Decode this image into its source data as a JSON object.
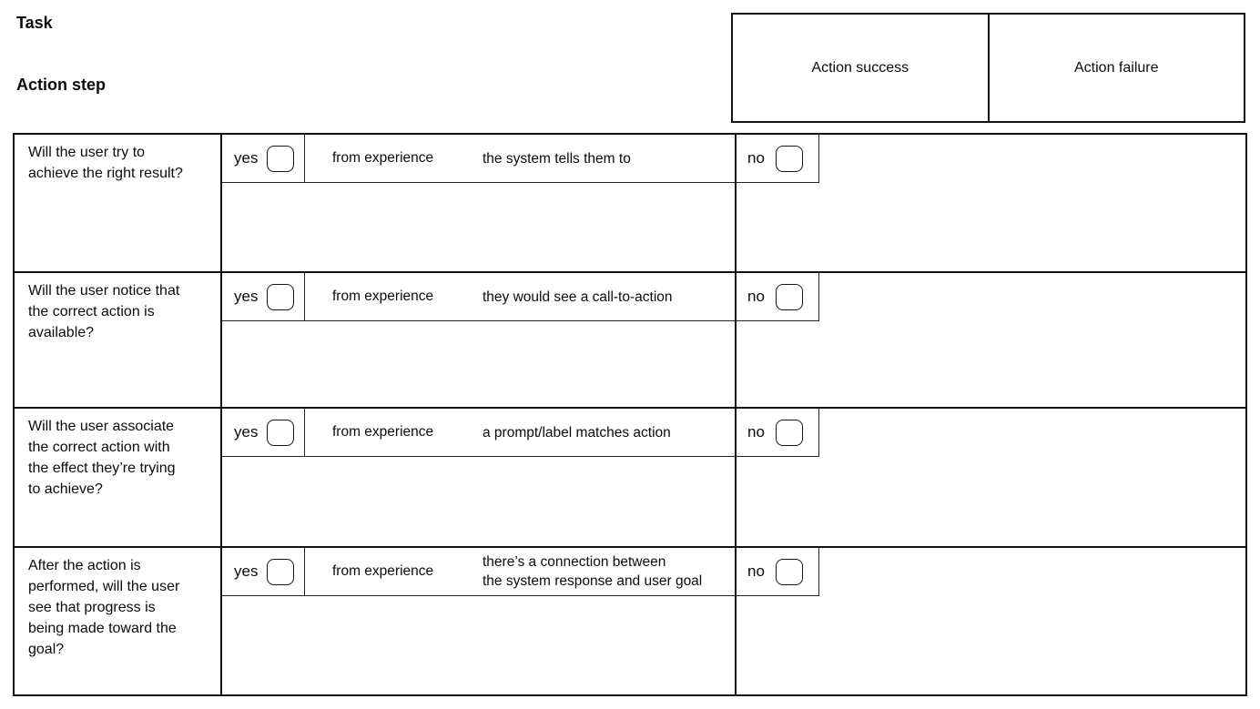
{
  "labels": {
    "task": "Task",
    "action_step": "Action step"
  },
  "header": {
    "success": "Action success",
    "failure": "Action failure"
  },
  "rows": [
    {
      "question": "Will the user try to\nachieve the right result?",
      "yes": "yes",
      "source": "from experience",
      "hint": "the system tells them to",
      "no": "no"
    },
    {
      "question": "Will the user notice that\nthe correct action is\navailable?",
      "yes": "yes",
      "source": "from experience",
      "hint": "they would see a call-to-action",
      "no": "no"
    },
    {
      "question": "Will the user associate\nthe correct action with\nthe effect they’re trying\nto achieve?",
      "yes": "yes",
      "source": "from experience",
      "hint": "a prompt/label matches action",
      "no": "no"
    },
    {
      "question": "After the action is\nperformed, will the user\nsee that progress is\nbeing made toward the\ngoal?",
      "yes": "yes",
      "source": "from experience",
      "hint": "there’s a connection between\nthe system response and user goal",
      "no": "no"
    }
  ]
}
